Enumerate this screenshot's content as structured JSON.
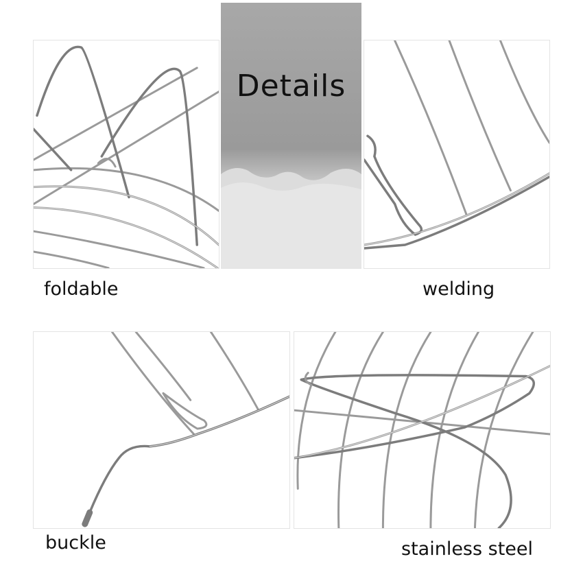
{
  "banner": {
    "title": "Details"
  },
  "captions": {
    "foldable": "foldable",
    "welding": "welding",
    "buckle": "buckle",
    "stainless_steel": "stainless steel"
  },
  "colors": {
    "wire": "#9a9a9a",
    "banner": "#a8a8a8",
    "background": "#ffffff"
  }
}
